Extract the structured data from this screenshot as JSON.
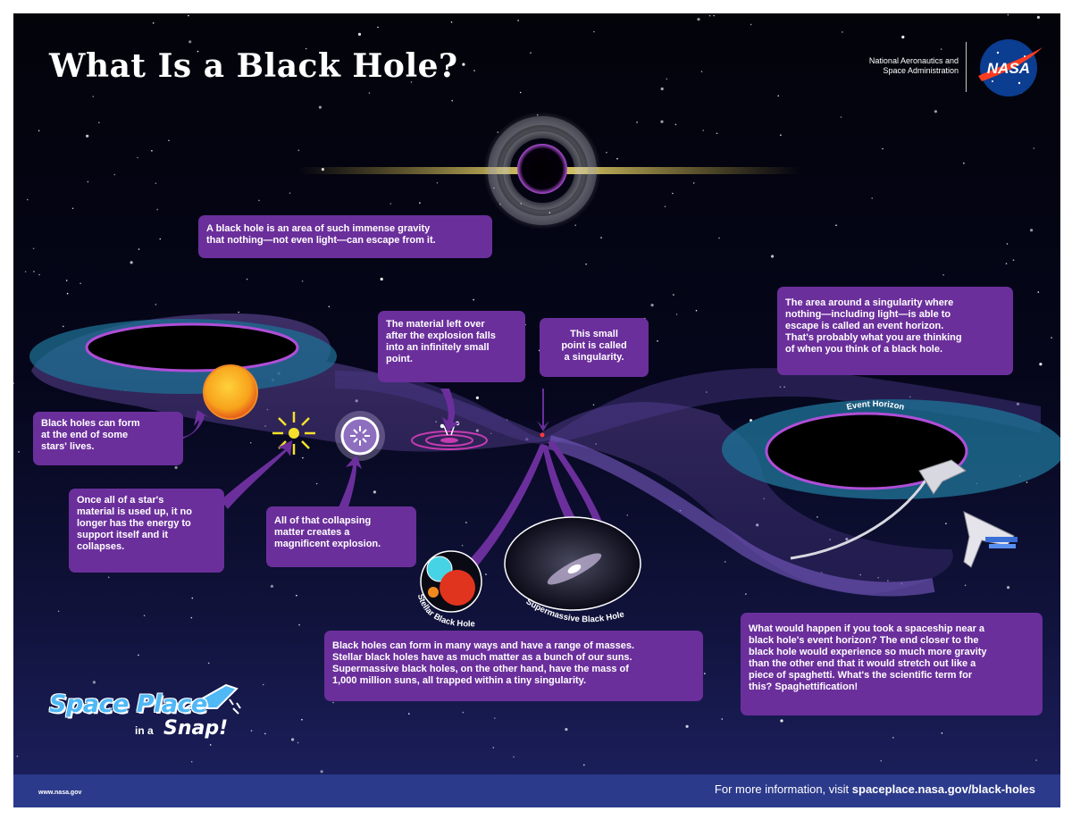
{
  "title": "What Is a Black Hole?",
  "agency": {
    "line1": "National Aeronautics and",
    "line2": "Space Administration",
    "logo_text": "NASA"
  },
  "callouts": {
    "definition": {
      "line1": "A black hole is an area of such immense gravity",
      "line2": "that nothing—not even light—can escape from it."
    },
    "form_stars": [
      "Black holes can form",
      "at the end of some",
      "stars' lives."
    ],
    "collapse": [
      "Once all of a star's",
      "material is used up, it no",
      "longer has the energy to",
      "support itself and it",
      "collapses."
    ],
    "explosion": [
      "All of that collapsing",
      "matter creates a",
      "magnificent explosion."
    ],
    "material": [
      "The material left over",
      "after the explosion falls",
      "into an infinitely small",
      "point."
    ],
    "singularity": [
      "This small",
      "point is called",
      "a singularity."
    ],
    "event_horizon_info": [
      "The area around a singularity where",
      "nothing—including light—is able to",
      "escape is called an event horizon.",
      "That's probably what you are thinking",
      "of when you think of a black hole."
    ],
    "masses": [
      "Black holes can form in many ways and have a range of masses.",
      "Stellar black holes have as much matter as a bunch of our suns.",
      "Supermassive black holes, on the other hand, have the mass of",
      "1,000 million suns, all trapped within a tiny singularity."
    ],
    "spaghetti": [
      "What would happen if you took a spaceship near a",
      "black hole's event horizon? The end closer to the",
      "black hole would experience so much more gravity",
      "than the other end that it would stretch out like a",
      "piece of spaghetti. What's the scientific term for",
      "this? Spaghettification!"
    ]
  },
  "labels": {
    "event_horizon": "Event Horizon",
    "stellar": "Stellar Black Hole",
    "supermassive": "Supermassive Black Hole"
  },
  "brand": {
    "main": "Space Place",
    "small": "in a",
    "snap": "Snap!"
  },
  "footer": {
    "url": "www.nasa.gov",
    "info_prefix": "For more information, visit ",
    "info_link": "spaceplace.nasa.gov/black-holes"
  },
  "colors": {
    "callout": "#6b2f9c",
    "footer": "#2c3a8c",
    "brand": "#4fb8f5",
    "sky": "#05061a"
  }
}
